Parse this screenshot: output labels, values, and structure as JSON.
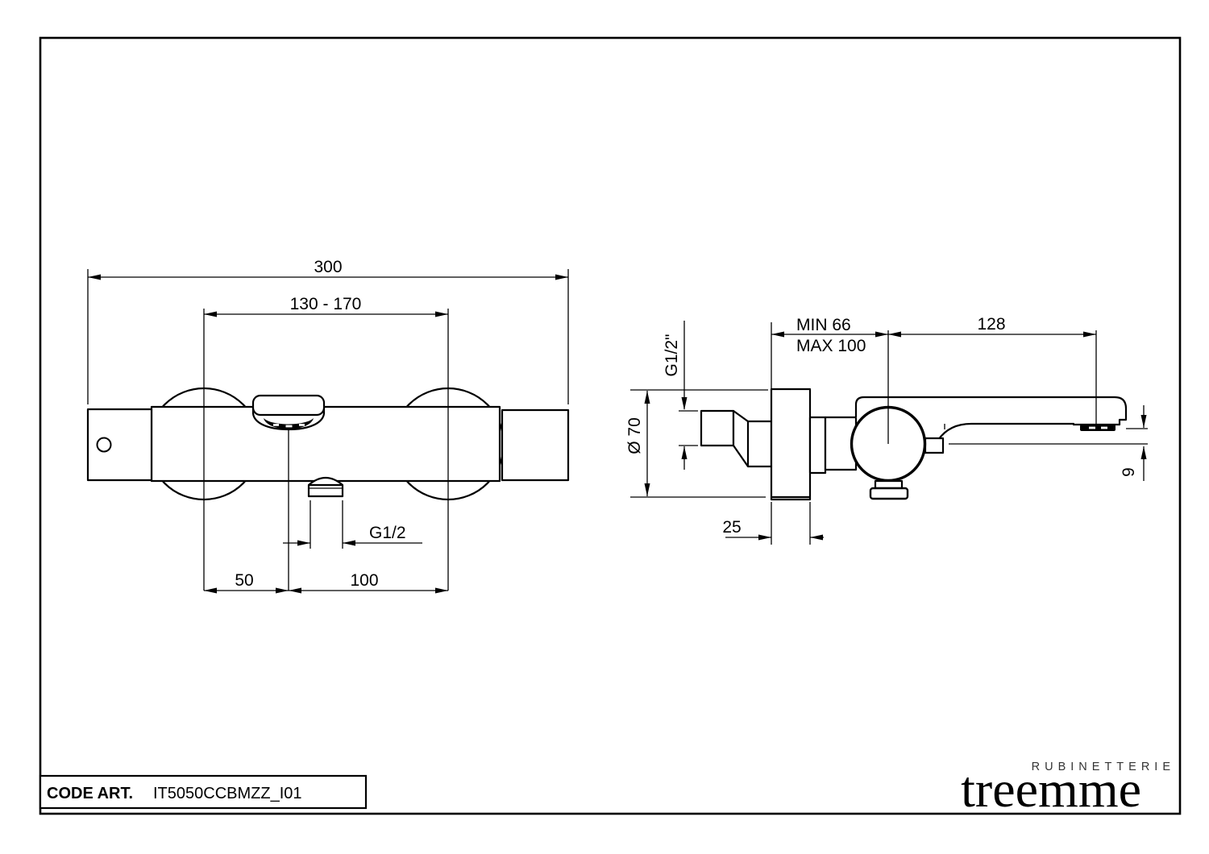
{
  "page": {
    "background": "#ffffff",
    "line_color": "#000000"
  },
  "front_view": {
    "dims": {
      "total_width": "300",
      "inlet_spacing": "130 - 170",
      "outlet_thread": "G1/2",
      "offset_left": "50",
      "offset_right": "100"
    }
  },
  "side_view": {
    "dims": {
      "wall_distance_min": "MIN 66",
      "wall_distance_max": "MAX 100",
      "spout_reach": "128",
      "escutcheon_depth": "25",
      "inlet_thread": "G1/2\"",
      "escutcheon_diameter": "Ø 70",
      "aerator_drop": "9"
    }
  },
  "title_block": {
    "code_label": "CODE ART.",
    "code_value": "IT5050CCBMZZ_I01"
  },
  "logo": {
    "subtitle": "RUBINETTERIE",
    "name": "treemme"
  }
}
